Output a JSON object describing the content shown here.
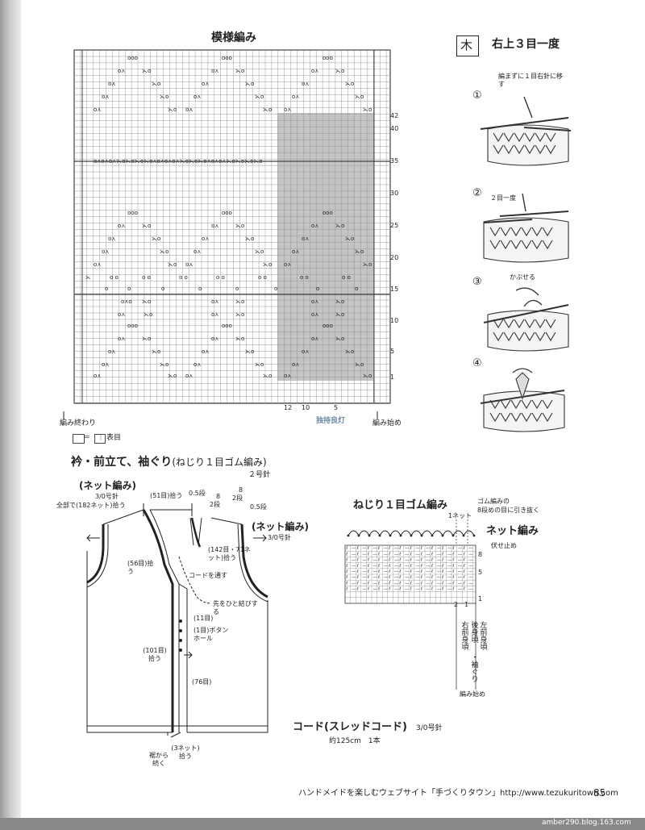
{
  "chart_title": "模様編み",
  "chart": {
    "rows_mark": [
      "42",
      "40",
      "35",
      "30",
      "25",
      "20",
      "15",
      "10",
      "5",
      "1"
    ],
    "stitch_bottom_left": "12",
    "stitch_bottom_mid": "10",
    "stitch_bottom_right": "5",
    "start_right": "編み始め",
    "end_left": "編み終わり"
  },
  "legend": {
    "blank": "＝",
    "icon": "｜",
    "label": "表目"
  },
  "watermark": "独持良灯",
  "symbol_box": "木",
  "technique_title": "右上３目一度",
  "steps": [
    {
      "num": "①",
      "note": "編まずに１目右針に移す"
    },
    {
      "num": "②",
      "note": "２目一度"
    },
    {
      "num": "③",
      "note": "かぶせる"
    },
    {
      "num": "④",
      "note": ""
    }
  ],
  "front": {
    "title": "衿・前立て、袖ぐり",
    "title_sub": "(ねじり１目ゴム編み)",
    "needle": "２号針",
    "net_label_left": "(ネット編み)",
    "net_left_needle": "3/0号針",
    "net_left_pickup": "全部で(182ネット)拾う",
    "pickup_51": "(51目)拾う",
    "steps_05a": "0.5段",
    "steps_8a": "8",
    "steps_2a": "2段",
    "steps_8b": "8",
    "steps_2b": "2段",
    "steps_05b": "0.5段",
    "net_label_right": "(ネット編み)",
    "net_right_needle": "3/0号針",
    "pickup_142": "(142目・71ネット)拾う",
    "pickup_56": "(56目)拾う",
    "cord_through": "コードを通す",
    "knot": "先をひと結びする",
    "pickup_11": "(11目)",
    "pickup_1": "(1目)ボタンホール",
    "pickup_101": "(101目)拾う",
    "pickup_76": "(76目)",
    "pickup_3net": "(3ネット)拾う",
    "hem": "裾から続く"
  },
  "ribbing": {
    "title": "ねじり１目ゴム編み",
    "note1": "ゴム編みの",
    "note2": "8段めの目に引き抜く",
    "one_net": "1ネット",
    "net_title": "ネット編み",
    "bind_off": "伏せ止め",
    "row8": "8",
    "row5": "5",
    "row1": "1",
    "col2": "2",
    "col1": "1",
    "labels": [
      "右前身頃",
      "後身頃",
      "左前身頃"
    ],
    "armhole": "・袖ぐり",
    "start": "編み始め"
  },
  "cord": {
    "title": "コード(スレッドコード)",
    "needle": "3/0号針",
    "length": "約125cm　1本"
  },
  "footer": {
    "text": "ハンドメイドを楽しむウェブサイト「手づくりタウン」http://www.tezukuritown.com",
    "page": "85",
    "blog": "amber290.blog.163.com"
  }
}
